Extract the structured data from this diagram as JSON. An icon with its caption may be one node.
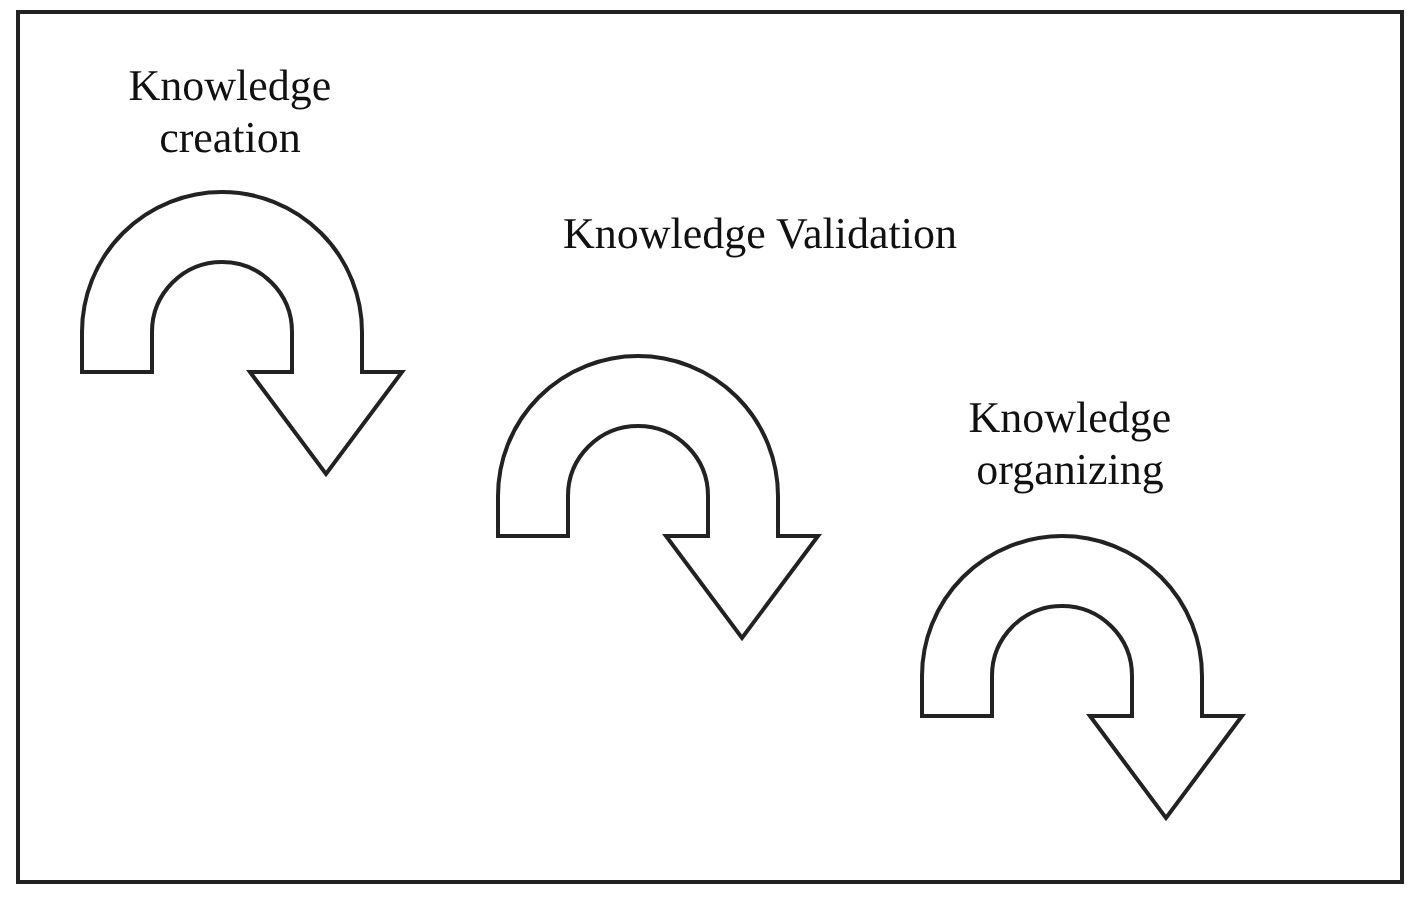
{
  "diagram": {
    "nodes": [
      {
        "text": [
          "Knowledge creation"
        ]
      },
      {
        "text": [
          "Knowledge Validation"
        ]
      },
      {
        "text": [
          "Knowledge organizing"
        ]
      }
    ]
  }
}
